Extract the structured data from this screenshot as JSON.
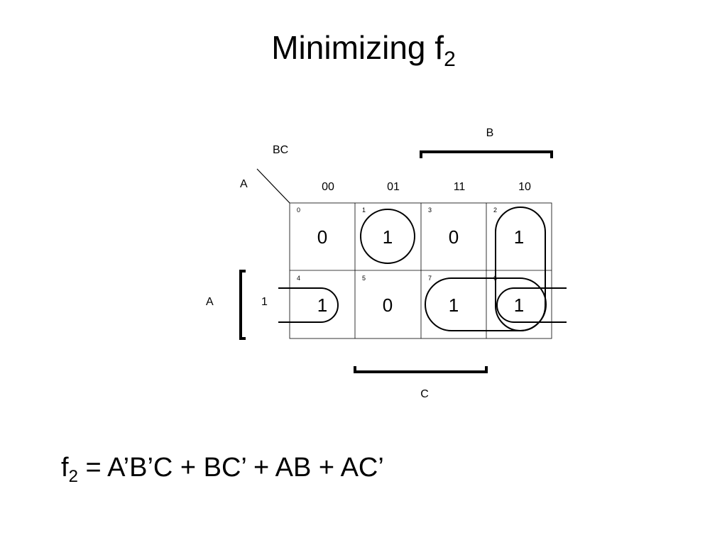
{
  "title": {
    "text": "Minimizing f",
    "subscript": "2"
  },
  "kmap": {
    "row_var": "A",
    "col_var": "BC",
    "col_headers": [
      "00",
      "01",
      "11",
      "10"
    ],
    "row_headers": [
      "",
      "1"
    ],
    "bracket_labels": {
      "B": "B",
      "C": "C",
      "A": "A"
    },
    "cells": [
      [
        {
          "index": "0",
          "value": "0"
        },
        {
          "index": "1",
          "value": "1"
        },
        {
          "index": "3",
          "value": "0"
        },
        {
          "index": "2",
          "value": "1"
        }
      ],
      [
        {
          "index": "4",
          "value": "1"
        },
        {
          "index": "5",
          "value": "0"
        },
        {
          "index": "7",
          "value": "1"
        },
        {
          "index": "6",
          "value": "1"
        }
      ]
    ]
  },
  "equation": {
    "lhs": "f",
    "subscript": "2",
    "rhs": " = A’B’C + BC’ + AB + AC’"
  }
}
